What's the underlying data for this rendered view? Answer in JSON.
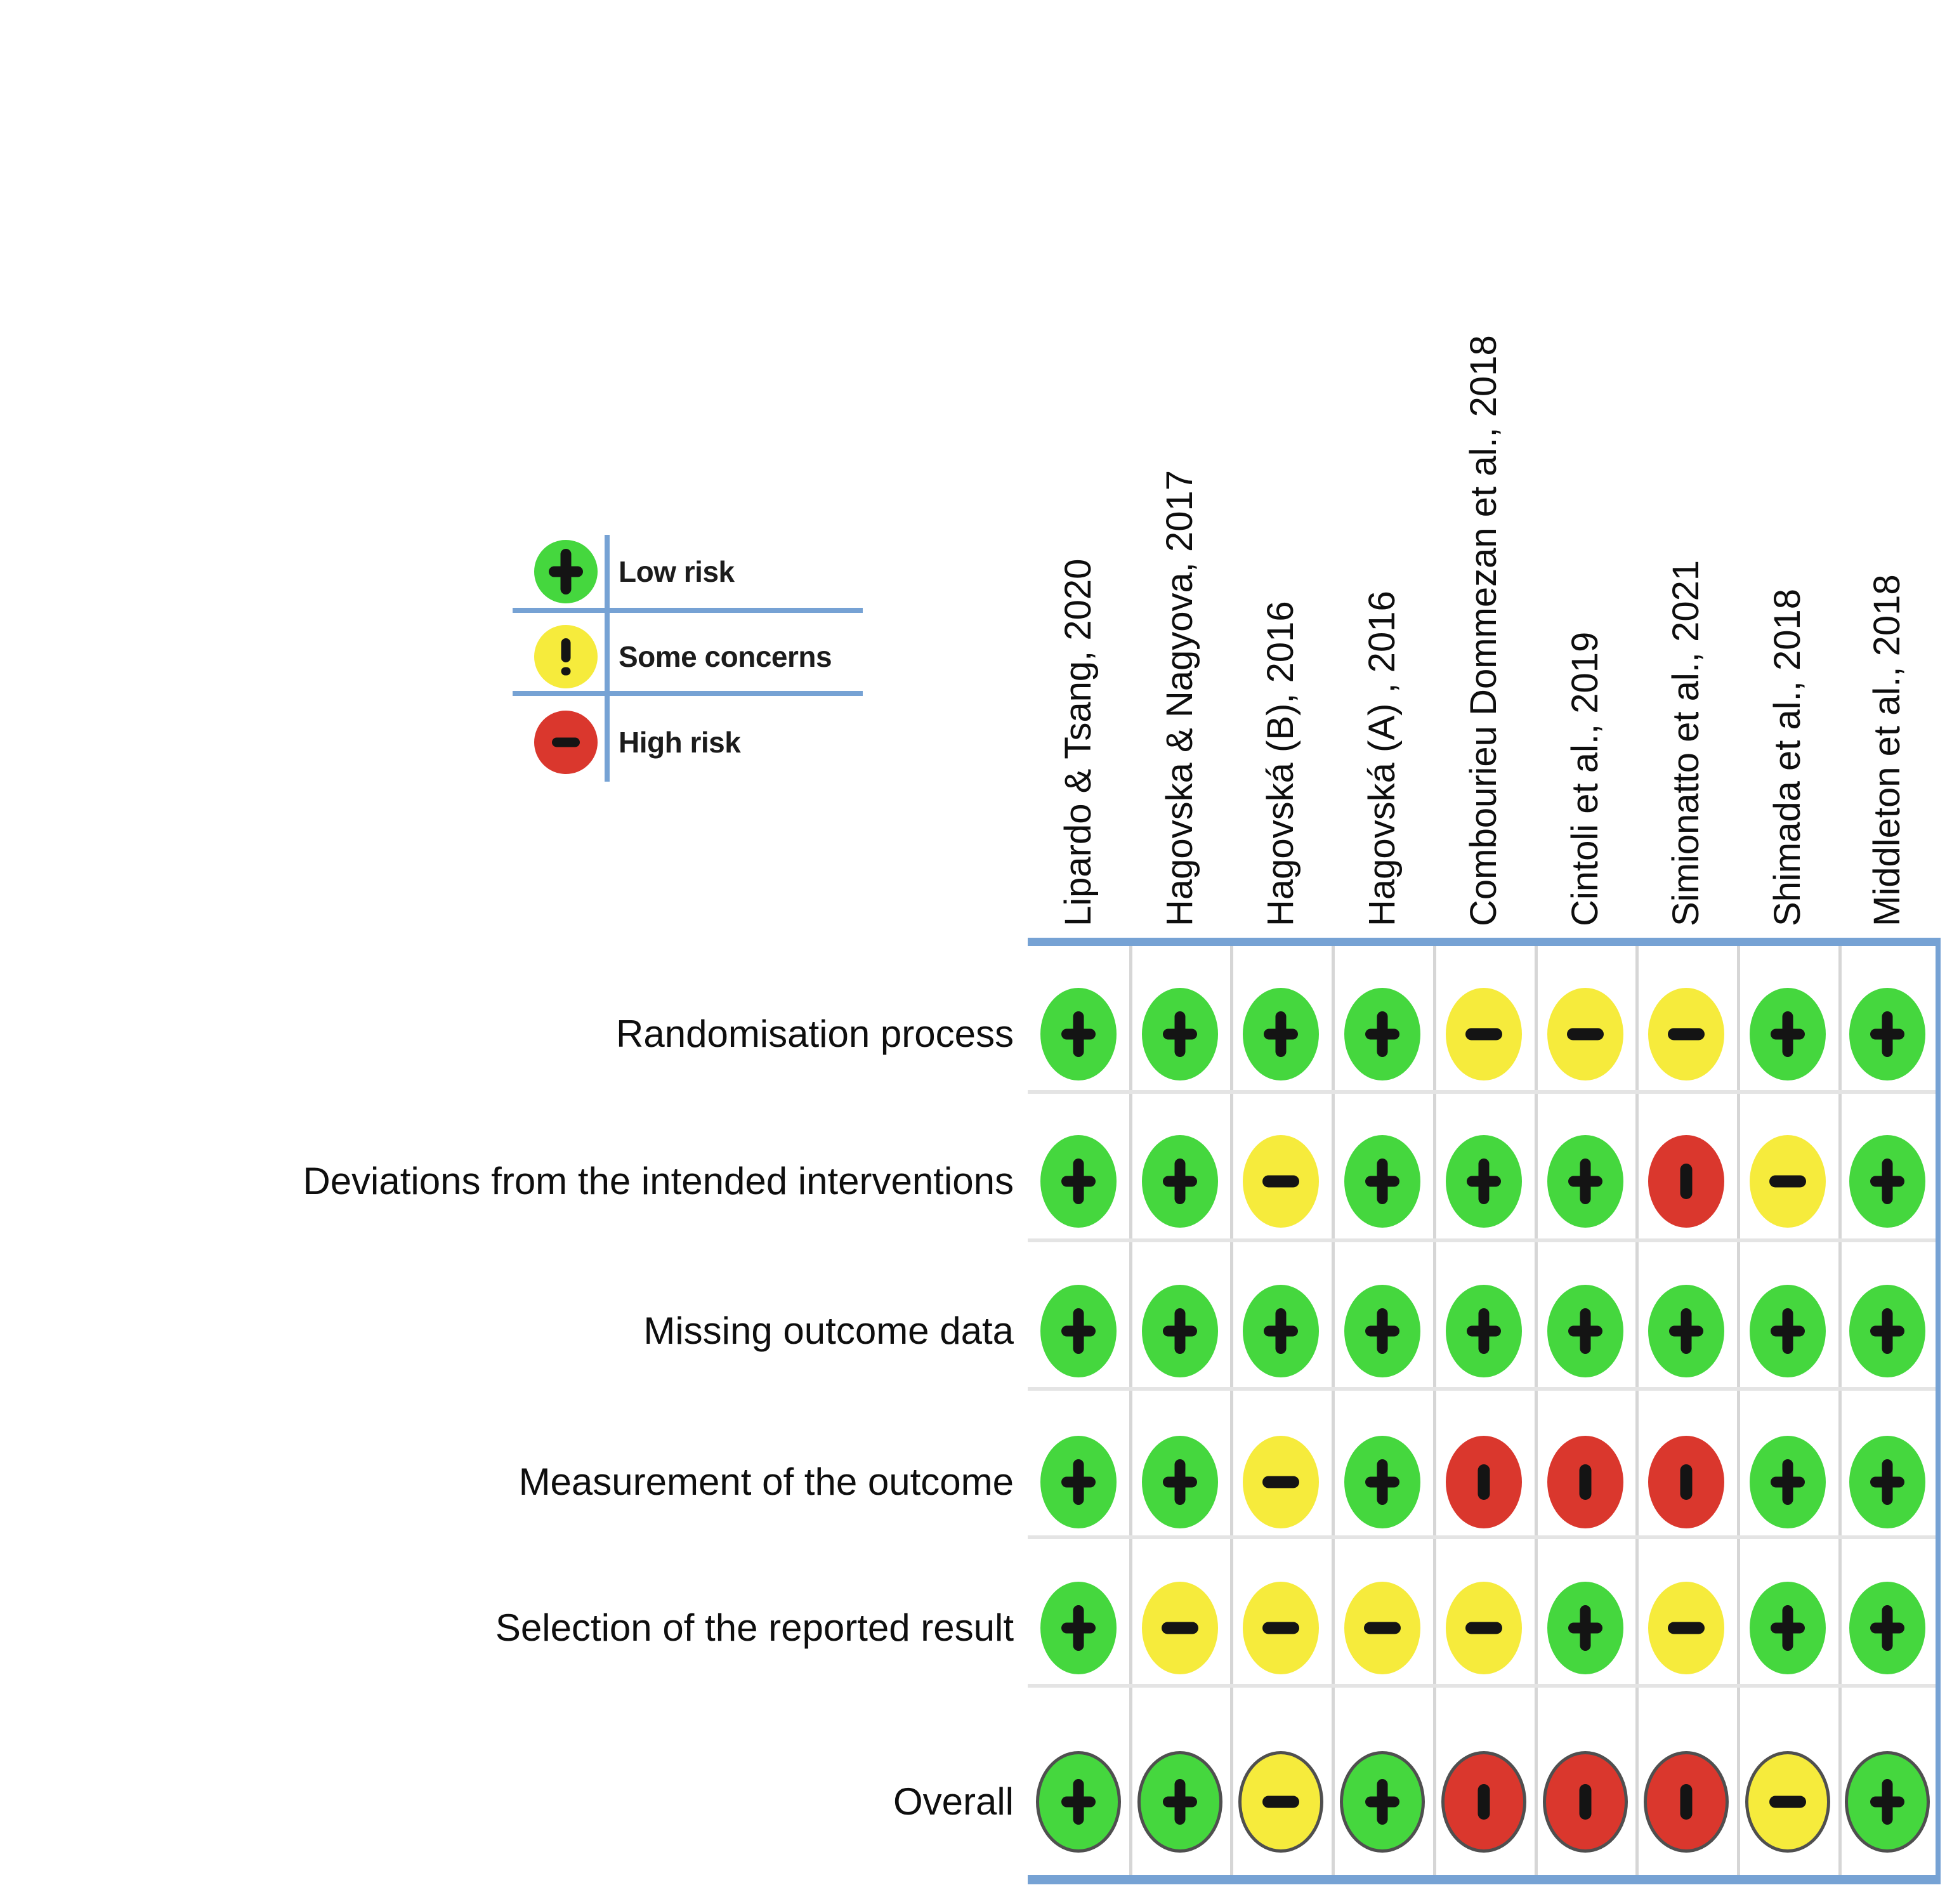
{
  "figure": {
    "description": "Risk of bias traffic-light plot (RoB 2)",
    "legend": {
      "items": [
        {
          "judgement": "low",
          "label": "Low risk",
          "symbol": "+",
          "color": "#45d73e"
        },
        {
          "judgement": "some",
          "label": "Some concerns",
          "symbol": "!",
          "color": "#f6eb3c"
        },
        {
          "judgement": "high",
          "label": "High risk",
          "symbol": "-",
          "color": "#da372d"
        }
      ]
    }
  },
  "chart_data": {
    "type": "heatmap",
    "title": "",
    "legend_position": "upper-left",
    "columns": [
      "Lipardo & Tsang, 2020",
      "Hagovska & Nagyova, 2017",
      "Hagovská (B), 2016",
      "Hagovská (A) , 2016",
      "Combourieu Dommezan et al., 2018",
      "Cintoli et al., 2019",
      "Simionatto et al., 2021",
      "Shimada et al., 2018",
      "Middleton et al., 2018"
    ],
    "rows": [
      "Randomisation process",
      "Deviations from the intended interventions",
      "Missing outcome data",
      "Measurement of the outcome",
      "Selection of the reported result",
      "Overall"
    ],
    "judgements": [
      [
        "low",
        "low",
        "low",
        "low",
        "some",
        "some",
        "some",
        "low",
        "low"
      ],
      [
        "low",
        "low",
        "some",
        "low",
        "low",
        "low",
        "high",
        "some",
        "low"
      ],
      [
        "low",
        "low",
        "low",
        "low",
        "low",
        "low",
        "low",
        "low",
        "low"
      ],
      [
        "low",
        "low",
        "some",
        "low",
        "high",
        "high",
        "high",
        "low",
        "low"
      ],
      [
        "low",
        "some",
        "some",
        "some",
        "some",
        "low",
        "some",
        "low",
        "low"
      ],
      [
        "low",
        "low",
        "some",
        "low",
        "high",
        "high",
        "high",
        "some",
        "low"
      ]
    ],
    "judgement_labels": {
      "low": "Low risk",
      "some": "Some concerns",
      "high": "High risk"
    }
  },
  "colors": {
    "low": "#45d73e",
    "some": "#f6eb3c",
    "high": "#da372d",
    "border_blue": "#76a2d4",
    "grid_vline": "#d6d6d6",
    "grid_hline": "#e4e4e4",
    "symbol": "#141414",
    "overall_ring": "#4f4f4f",
    "text": "#0e0e0e"
  }
}
